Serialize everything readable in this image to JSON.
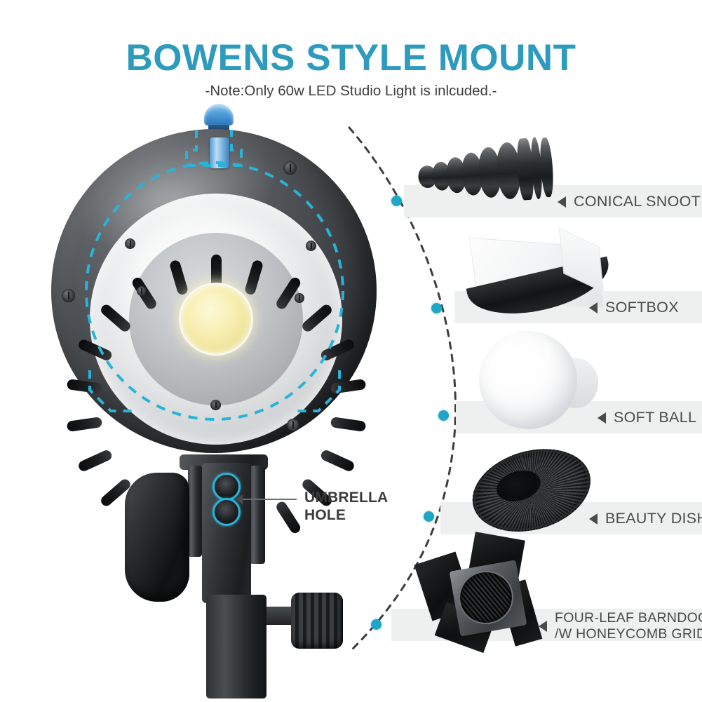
{
  "header": {
    "title": "BOWENS STYLE MOUNT",
    "subtitle": "-Note:Only 60w LED Studio Light is inlcuded.-",
    "title_color": "#2e9bbd",
    "subtitle_color": "#3d3d3d"
  },
  "product": {
    "name": "60w LED Studio Light",
    "highlight_color": "#2ab3d6",
    "body_color": "#4a4d51",
    "cob_color": "#f3e9a6",
    "callout": {
      "label_line1": "UMBRELLA",
      "label_line2": "HOLE",
      "marker": "leader-line-with-triangle"
    },
    "lock_button_color": "#4f9ddb"
  },
  "accessories": [
    {
      "label": "CONICAL SNOOT",
      "label_line2": "",
      "marker": "◄",
      "art": "conical-snoot"
    },
    {
      "label": "SOFTBOX",
      "label_line2": "",
      "marker": "◄",
      "art": "softbox"
    },
    {
      "label": "SOFT BALL",
      "label_line2": "",
      "marker": "◄",
      "art": "soft-ball"
    },
    {
      "label": "BEAUTY DISH",
      "label_line2": "",
      "marker": "◄",
      "art": "beauty-dish"
    },
    {
      "label": "FOUR-LEAF BARNDOOR",
      "label_line2": "/W HONEYCOMB GRID",
      "marker": "◄",
      "art": "four-leaf-barndoor"
    }
  ],
  "style": {
    "band_color": "#eeefef",
    "dot_color": "#1fa6c6",
    "arc_style": "dashed",
    "label_color": "#4a4a4a",
    "background": "#ffffff"
  }
}
